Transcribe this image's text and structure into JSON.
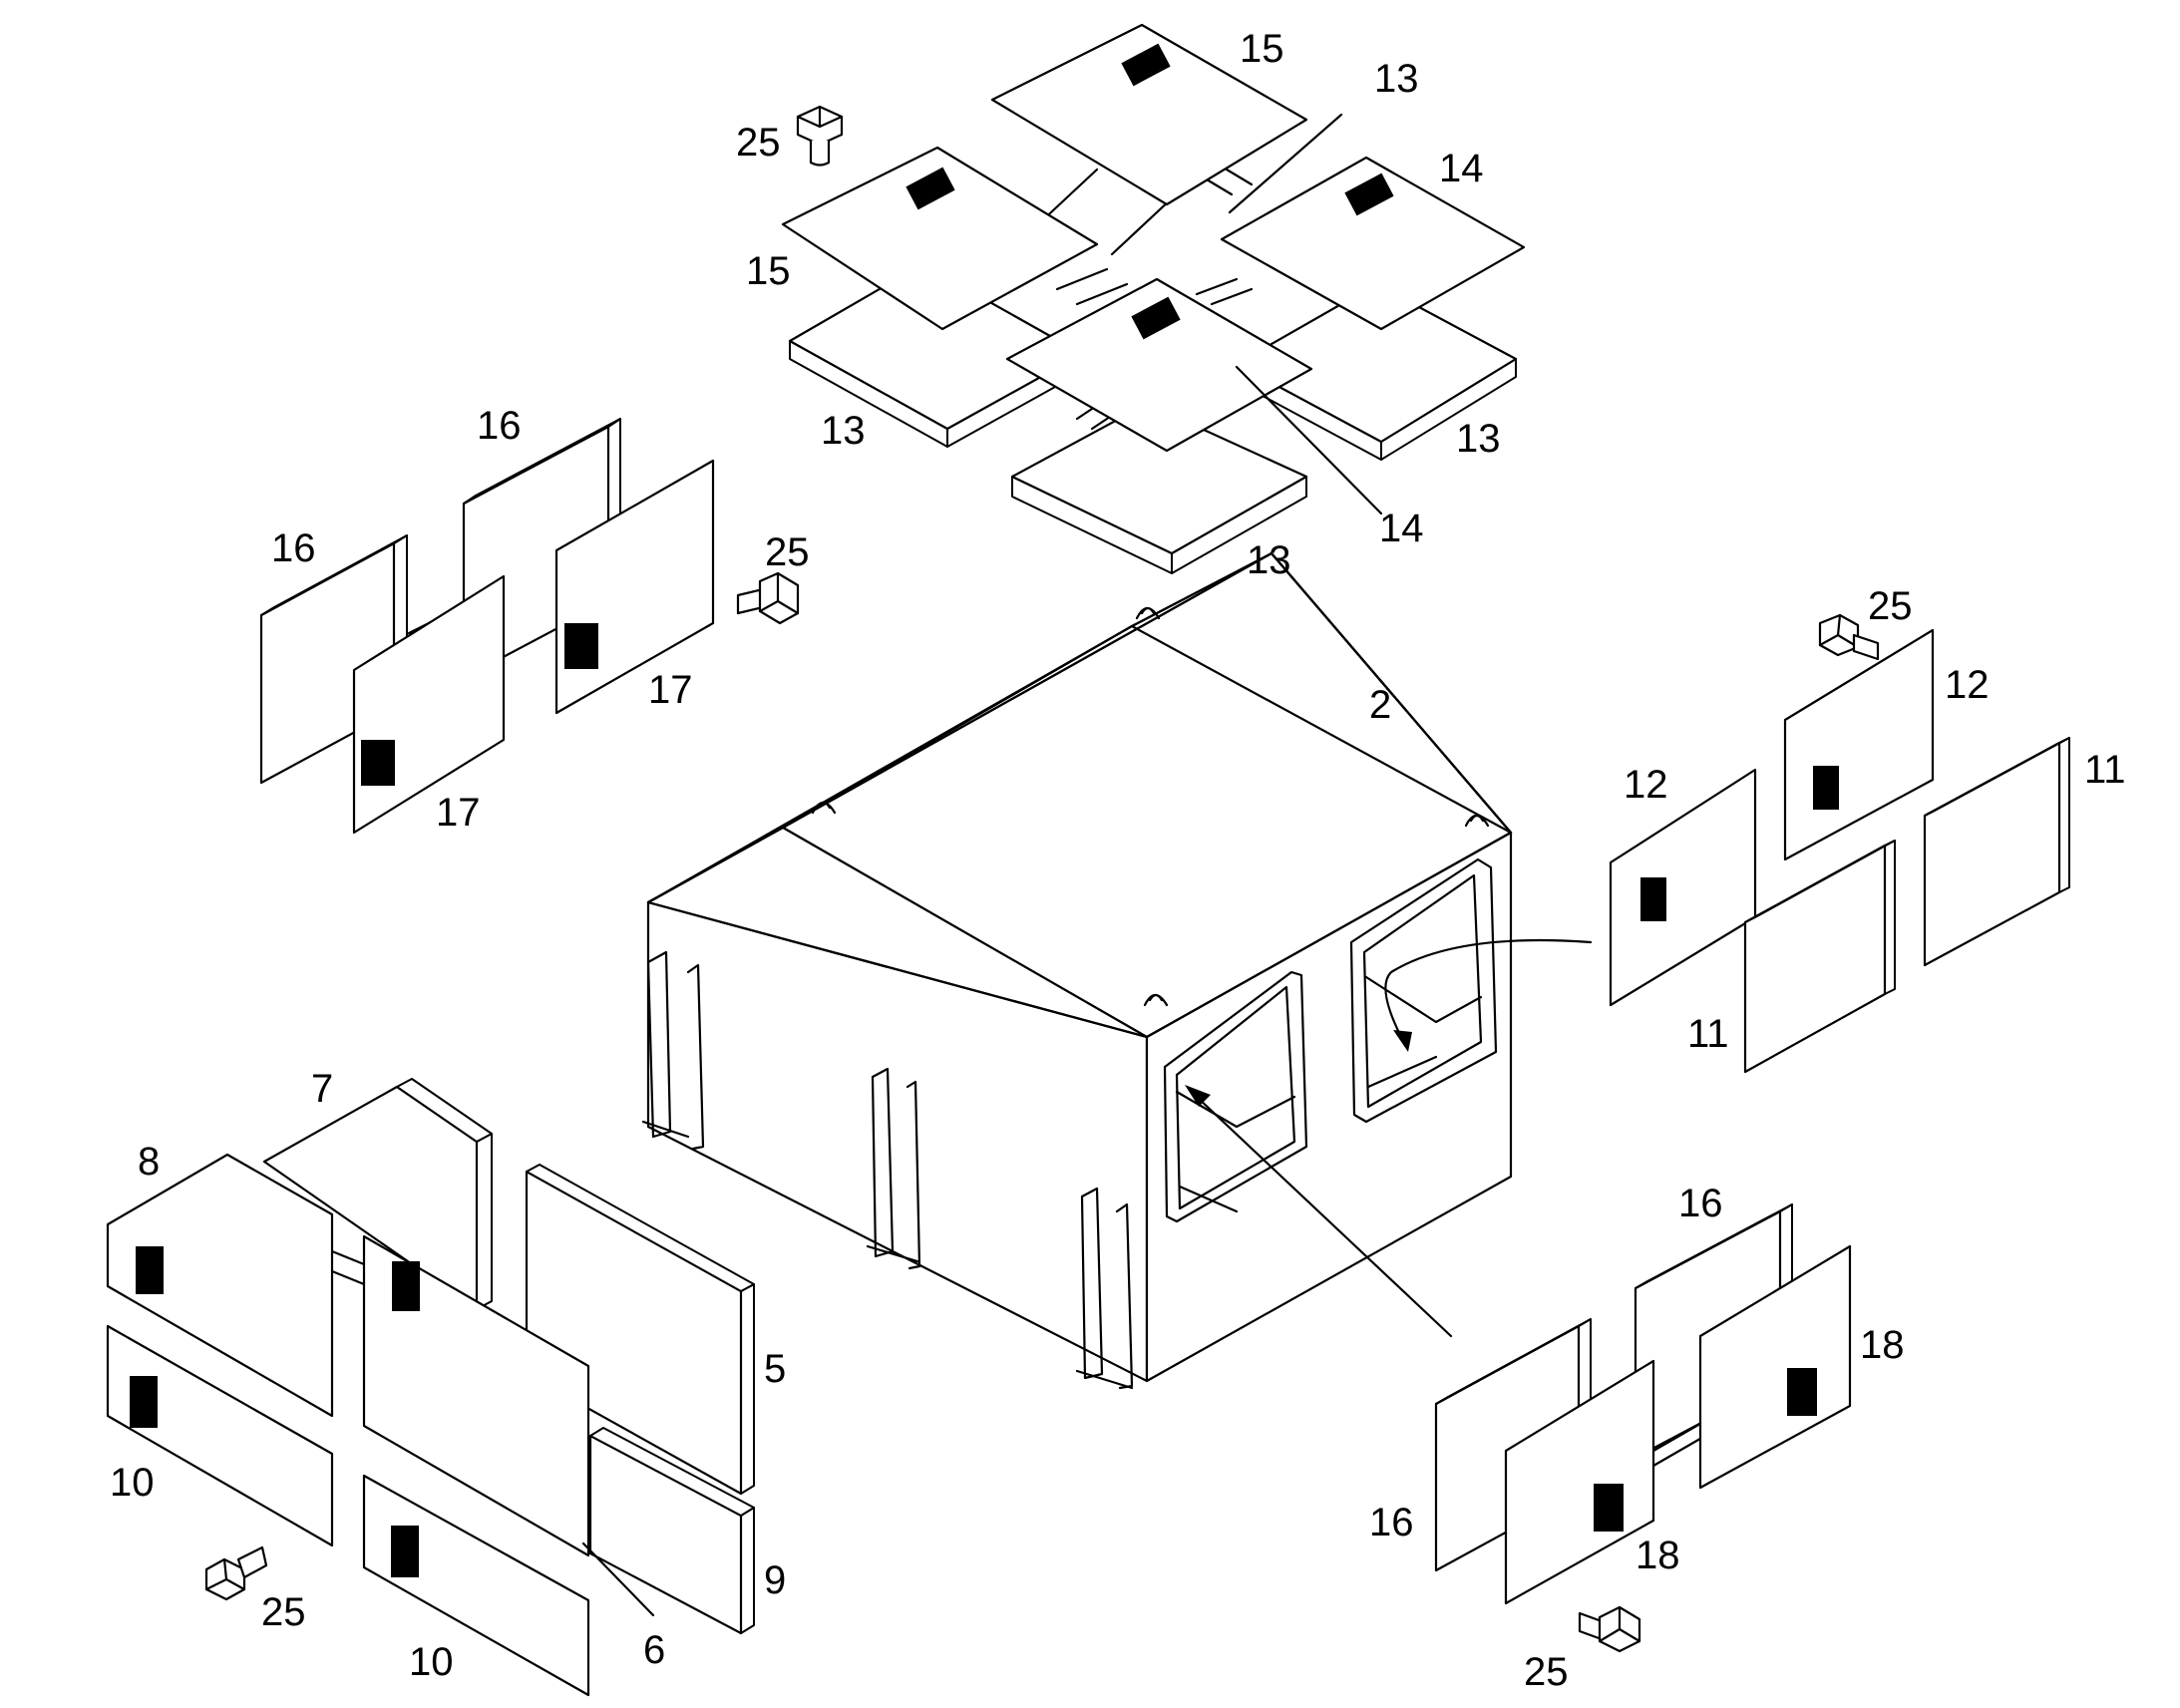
{
  "callouts": [
    {
      "key": "c15a",
      "text": "15"
    },
    {
      "key": "c13a",
      "text": "13"
    },
    {
      "key": "c25a",
      "text": "25"
    },
    {
      "key": "c14a",
      "text": "14"
    },
    {
      "key": "c15b",
      "text": "15"
    },
    {
      "key": "c13b",
      "text": "13"
    },
    {
      "key": "c13c",
      "text": "13"
    },
    {
      "key": "c14b",
      "text": "14"
    },
    {
      "key": "c13d",
      "text": "13"
    },
    {
      "key": "c16a",
      "text": "16"
    },
    {
      "key": "c16b",
      "text": "16"
    },
    {
      "key": "c25b",
      "text": "25"
    },
    {
      "key": "c17a",
      "text": "17"
    },
    {
      "key": "c17b",
      "text": "17"
    },
    {
      "key": "c2",
      "text": "2"
    },
    {
      "key": "c25c",
      "text": "25"
    },
    {
      "key": "c12a",
      "text": "12"
    },
    {
      "key": "c12b",
      "text": "12"
    },
    {
      "key": "c11a",
      "text": "11"
    },
    {
      "key": "c11b",
      "text": "11"
    },
    {
      "key": "c7",
      "text": "7"
    },
    {
      "key": "c8",
      "text": "8"
    },
    {
      "key": "c5",
      "text": "5"
    },
    {
      "key": "c10a",
      "text": "10"
    },
    {
      "key": "c9",
      "text": "9"
    },
    {
      "key": "c25d",
      "text": "25"
    },
    {
      "key": "c6",
      "text": "6"
    },
    {
      "key": "c10b",
      "text": "10"
    },
    {
      "key": "c16c",
      "text": "16"
    },
    {
      "key": "c18a",
      "text": "18"
    },
    {
      "key": "c16d",
      "text": "16"
    },
    {
      "key": "c18b",
      "text": "18"
    },
    {
      "key": "c25e",
      "text": "25"
    }
  ]
}
